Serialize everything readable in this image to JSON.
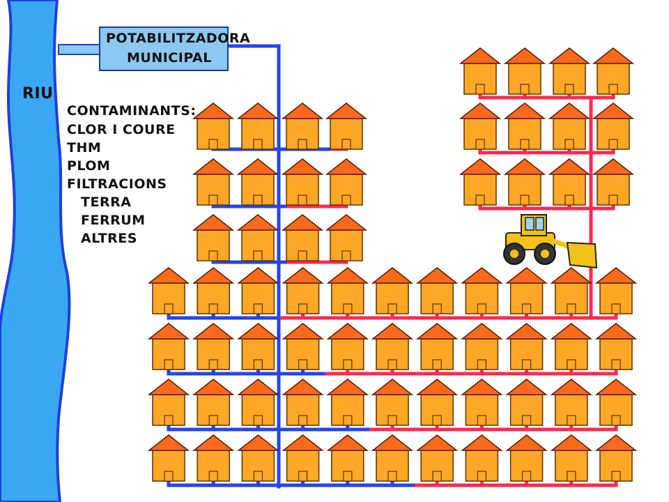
{
  "river": {
    "label": "RIU"
  },
  "plant": {
    "line1": "POTABILITZADORA",
    "line2": "MUNICIPAL"
  },
  "contaminants": {
    "title": "CONTAMINANTS:",
    "items": [
      {
        "text": "CLOR I COURE",
        "indent": 0
      },
      {
        "text": "THM",
        "indent": 0
      },
      {
        "text": "PLOM",
        "indent": 0
      },
      {
        "text": "FILTRACIONS",
        "indent": 0
      },
      {
        "text": "TERRA",
        "indent": 1
      },
      {
        "text": "FERRUM",
        "indent": 1
      },
      {
        "text": "ALTRES",
        "indent": 1
      }
    ]
  },
  "colors": {
    "clean_pipe": "#2444ee",
    "contaminated_pipe": "#ff2a55",
    "river": "#3aa7f5",
    "river_edge": "#1e40d8",
    "plant_box": "#8cc8f2",
    "house_body": "#ffa726",
    "house_roof": "#ff6a1a"
  },
  "icons": {
    "machine": "bulldozer-icon",
    "house": "house-icon"
  }
}
